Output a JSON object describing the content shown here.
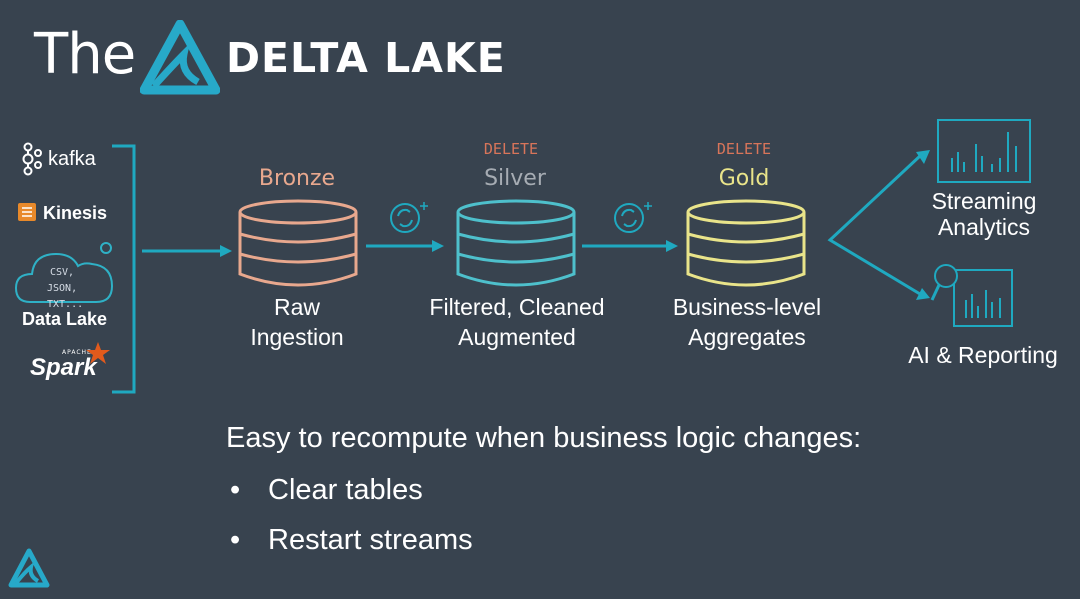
{
  "title": {
    "prefix": "The",
    "brand": "DELTA LAKE"
  },
  "sources": {
    "kafka": "kafka",
    "kinesis": "Kinesis",
    "cloud_formats": [
      "CSV,",
      "JSON,",
      "TXT..."
    ],
    "data_lake": "Data Lake",
    "spark_small": "APACHE",
    "spark": "Spark"
  },
  "stages": [
    {
      "name": "Bronze",
      "delete": "",
      "caption": [
        "Raw",
        "Ingestion"
      ],
      "color": "#e8a88e"
    },
    {
      "name": "Silver",
      "delete": "DELETE",
      "caption": [
        "Filtered, Cleaned",
        "Augmented"
      ],
      "color": "#4ec0cc"
    },
    {
      "name": "Gold",
      "delete": "DELETE",
      "caption": [
        "Business-level",
        "Aggregates"
      ],
      "color": "#e9e48a"
    }
  ],
  "outputs": {
    "streaming": [
      "Streaming",
      "Analytics"
    ],
    "reporting": "AI & Reporting"
  },
  "footer": {
    "heading": "Easy to recompute when business logic changes:",
    "bullet_char": "•",
    "bullets": [
      "Clear tables",
      "Restart streams"
    ]
  },
  "colors": {
    "background": "#38434f",
    "accent": "#1fa9c0",
    "silver_text": "#a6acb3",
    "delete": "#d8755a"
  }
}
